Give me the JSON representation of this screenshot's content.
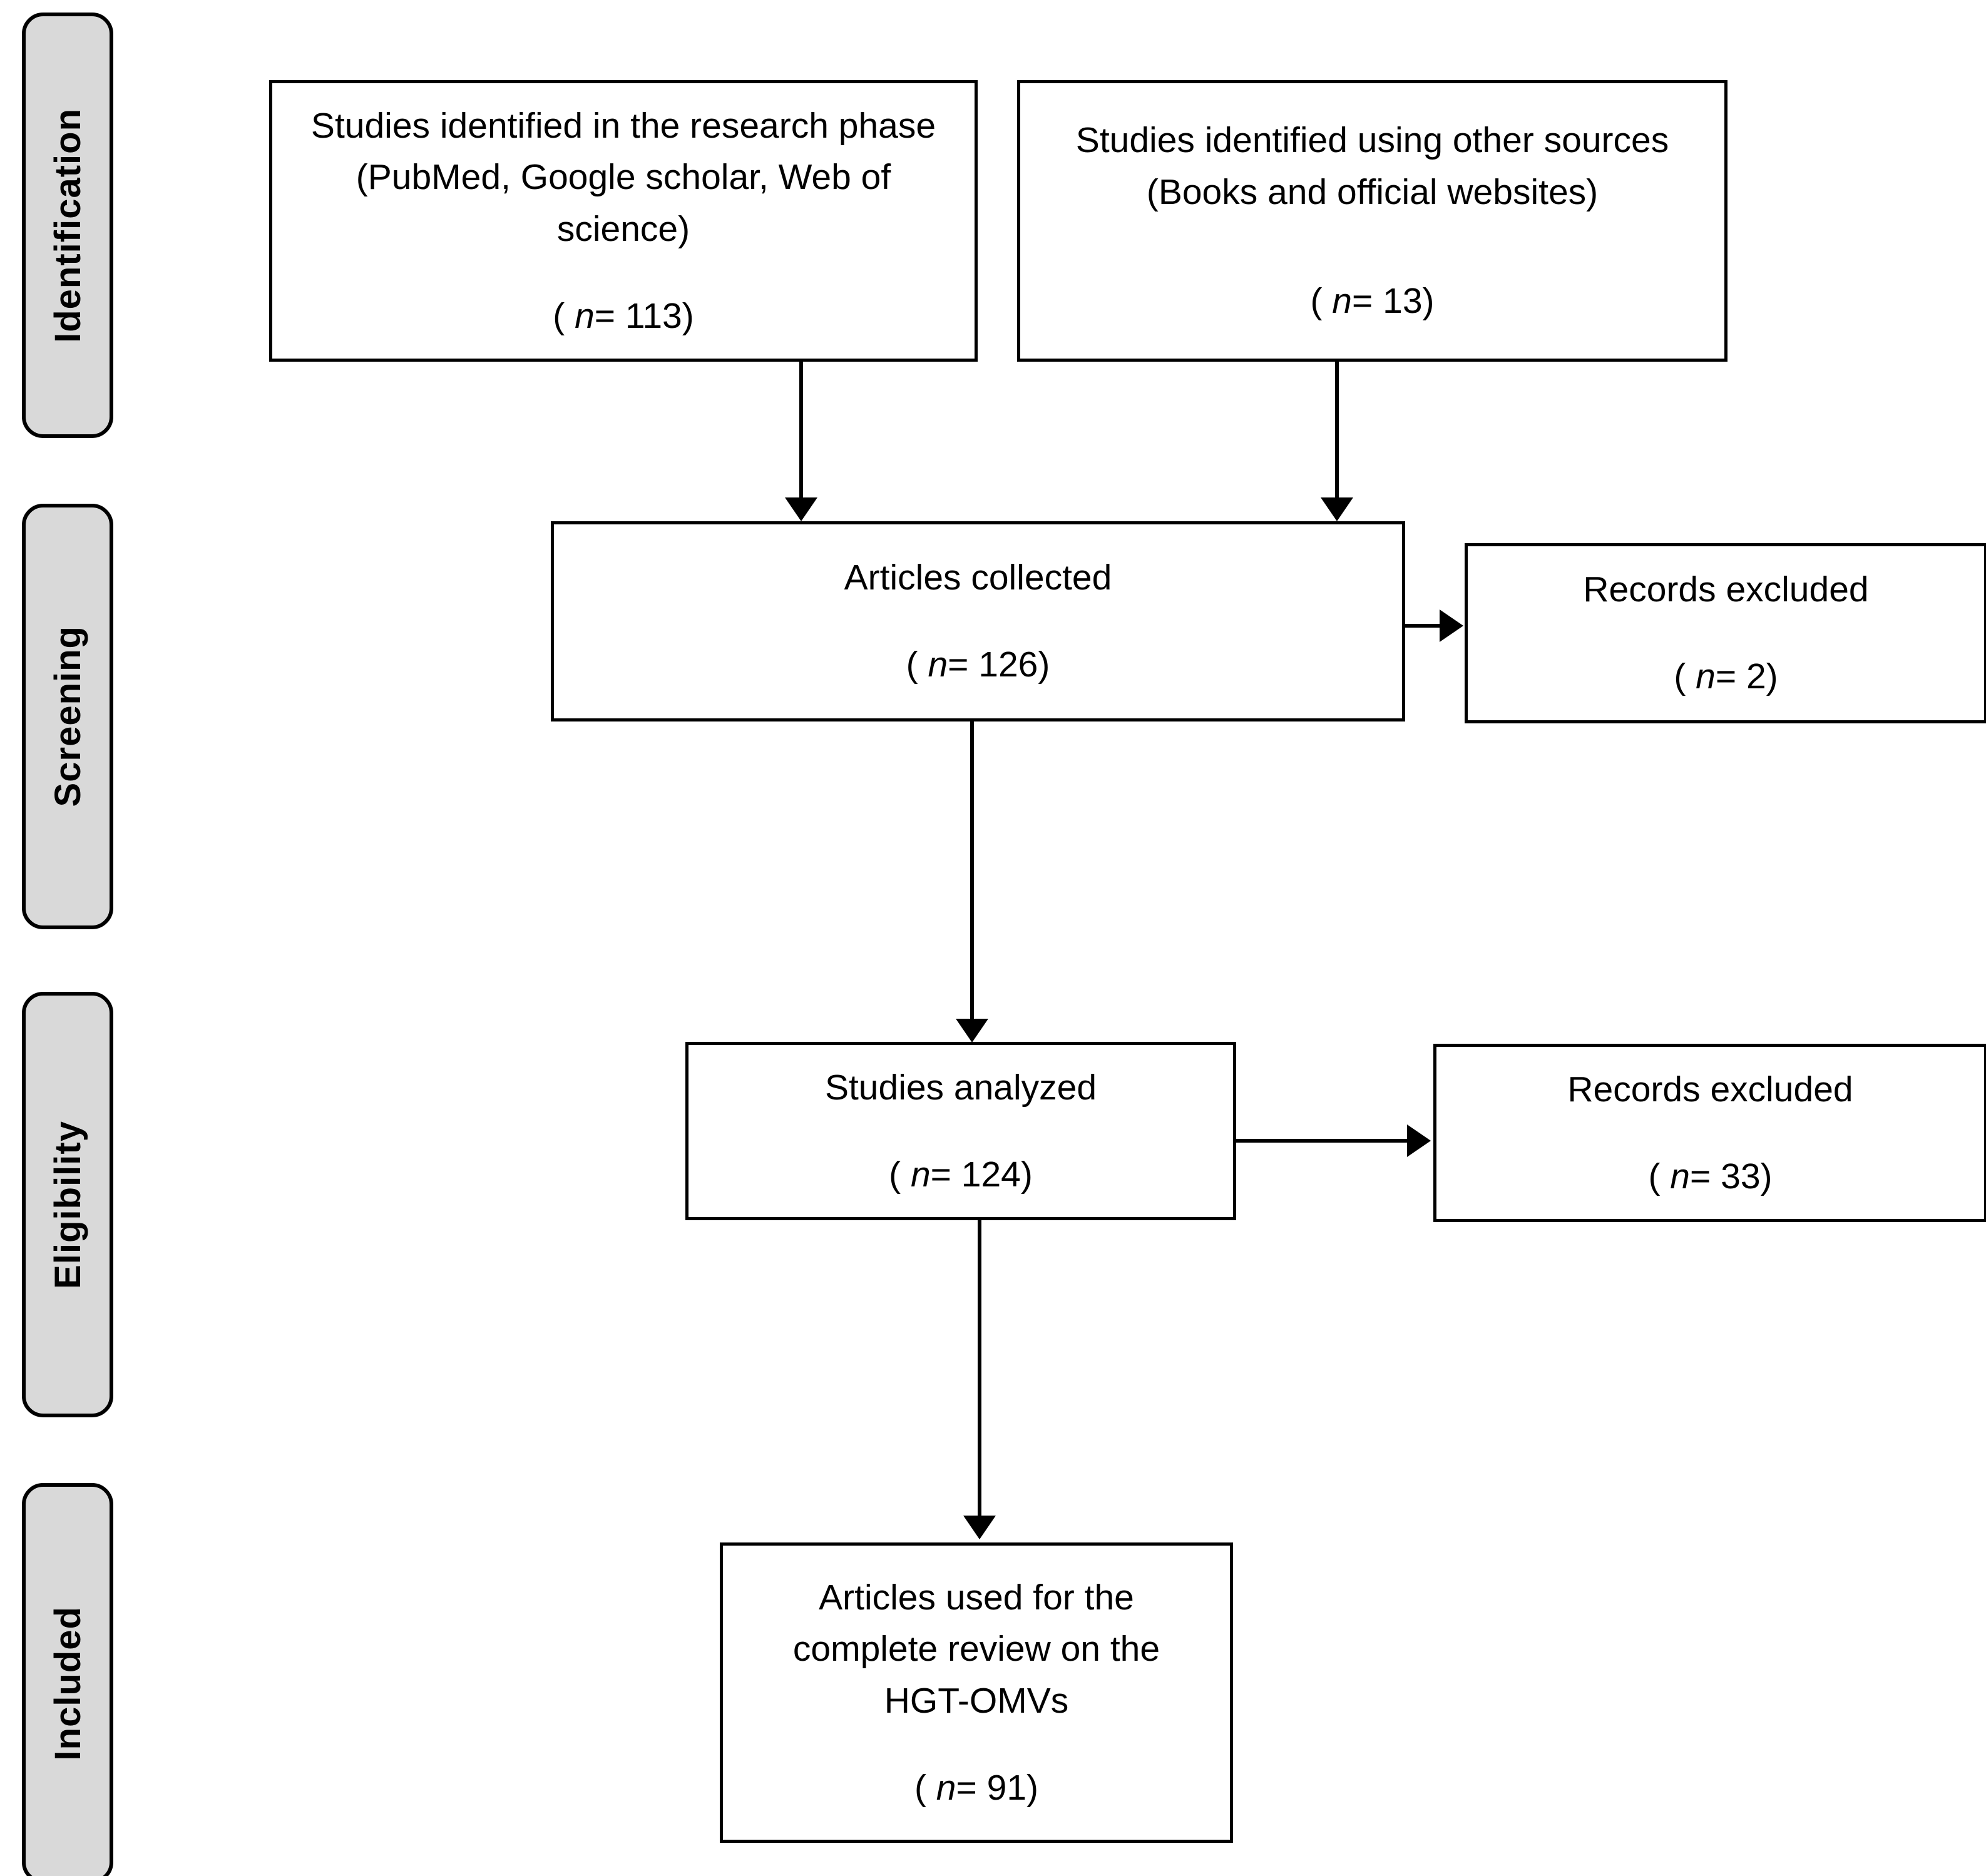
{
  "diagram": {
    "type": "prisma-flow-diagram",
    "stages": [
      {
        "id": "identification",
        "label": "Identification"
      },
      {
        "id": "screening",
        "label": "Screening"
      },
      {
        "id": "eligibility",
        "label": "Eligibility"
      },
      {
        "id": "included",
        "label": "Included"
      }
    ],
    "boxes": {
      "identified_research": {
        "text": "Studies identified in the research phase\n(PubMed, Google scholar, Web of\nscience)",
        "count_prefix": "( ",
        "count_symbol": "n",
        "count_value": "= 113)",
        "count_full": "( n = 113)"
      },
      "identified_other": {
        "text": "Studies identified using other sources\n(Books and official websites)",
        "count_prefix": "( ",
        "count_symbol": "n",
        "count_value": "= 13)",
        "count_full": "( n = 13)"
      },
      "articles_collected": {
        "text": "Articles collected",
        "count_prefix": "( ",
        "count_symbol": "n",
        "count_value": "= 126)",
        "count_full": "( n = 126)"
      },
      "records_excluded_screening": {
        "text": "Records excluded",
        "count_prefix": "( ",
        "count_symbol": "n",
        "count_value": "= 2)",
        "count_full": "( n = 2)"
      },
      "studies_analyzed": {
        "text": "Studies analyzed",
        "count_prefix": "( ",
        "count_symbol": "n",
        "count_value": "= 124)",
        "count_full": "( n = 124)"
      },
      "records_excluded_eligibility": {
        "text": "Records excluded",
        "count_prefix": "( ",
        "count_symbol": "n",
        "count_value": "= 33)",
        "count_full": "( n = 33)"
      },
      "articles_included": {
        "text": "Articles used for the\ncomplete review on the\nHGT-OMVs",
        "count_prefix": "( ",
        "count_symbol": "n",
        "count_value": "= 91)",
        "count_full": "( n = 91)"
      }
    },
    "colors": {
      "stage_fill": "#d9d9d9",
      "stroke": "#000000",
      "box_fill": "#ffffff",
      "background": "#ffffff"
    }
  }
}
